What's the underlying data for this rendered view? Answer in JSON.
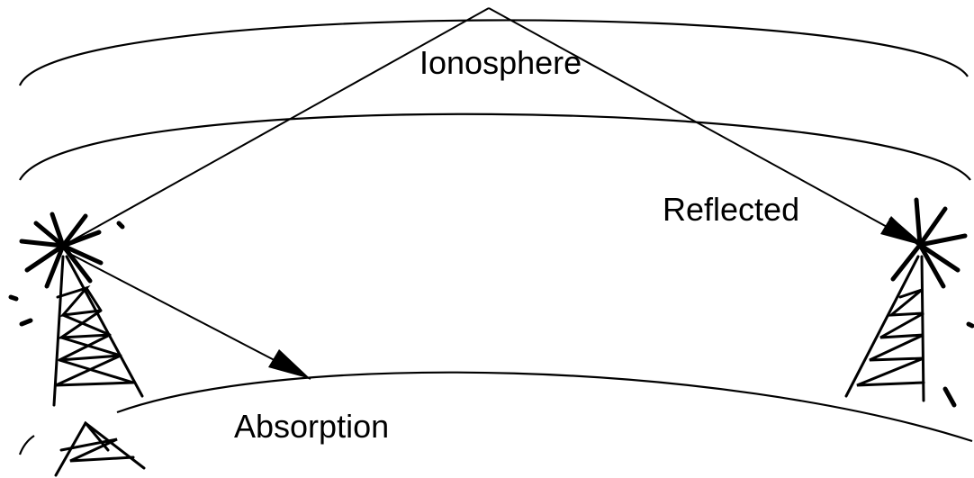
{
  "diagram": {
    "labels": {
      "ionosphere": "Ionosphere",
      "reflected": "Reflected",
      "absorption": "Absorption"
    },
    "colors": {
      "stroke": "#000000",
      "background": "#ffffff"
    }
  }
}
